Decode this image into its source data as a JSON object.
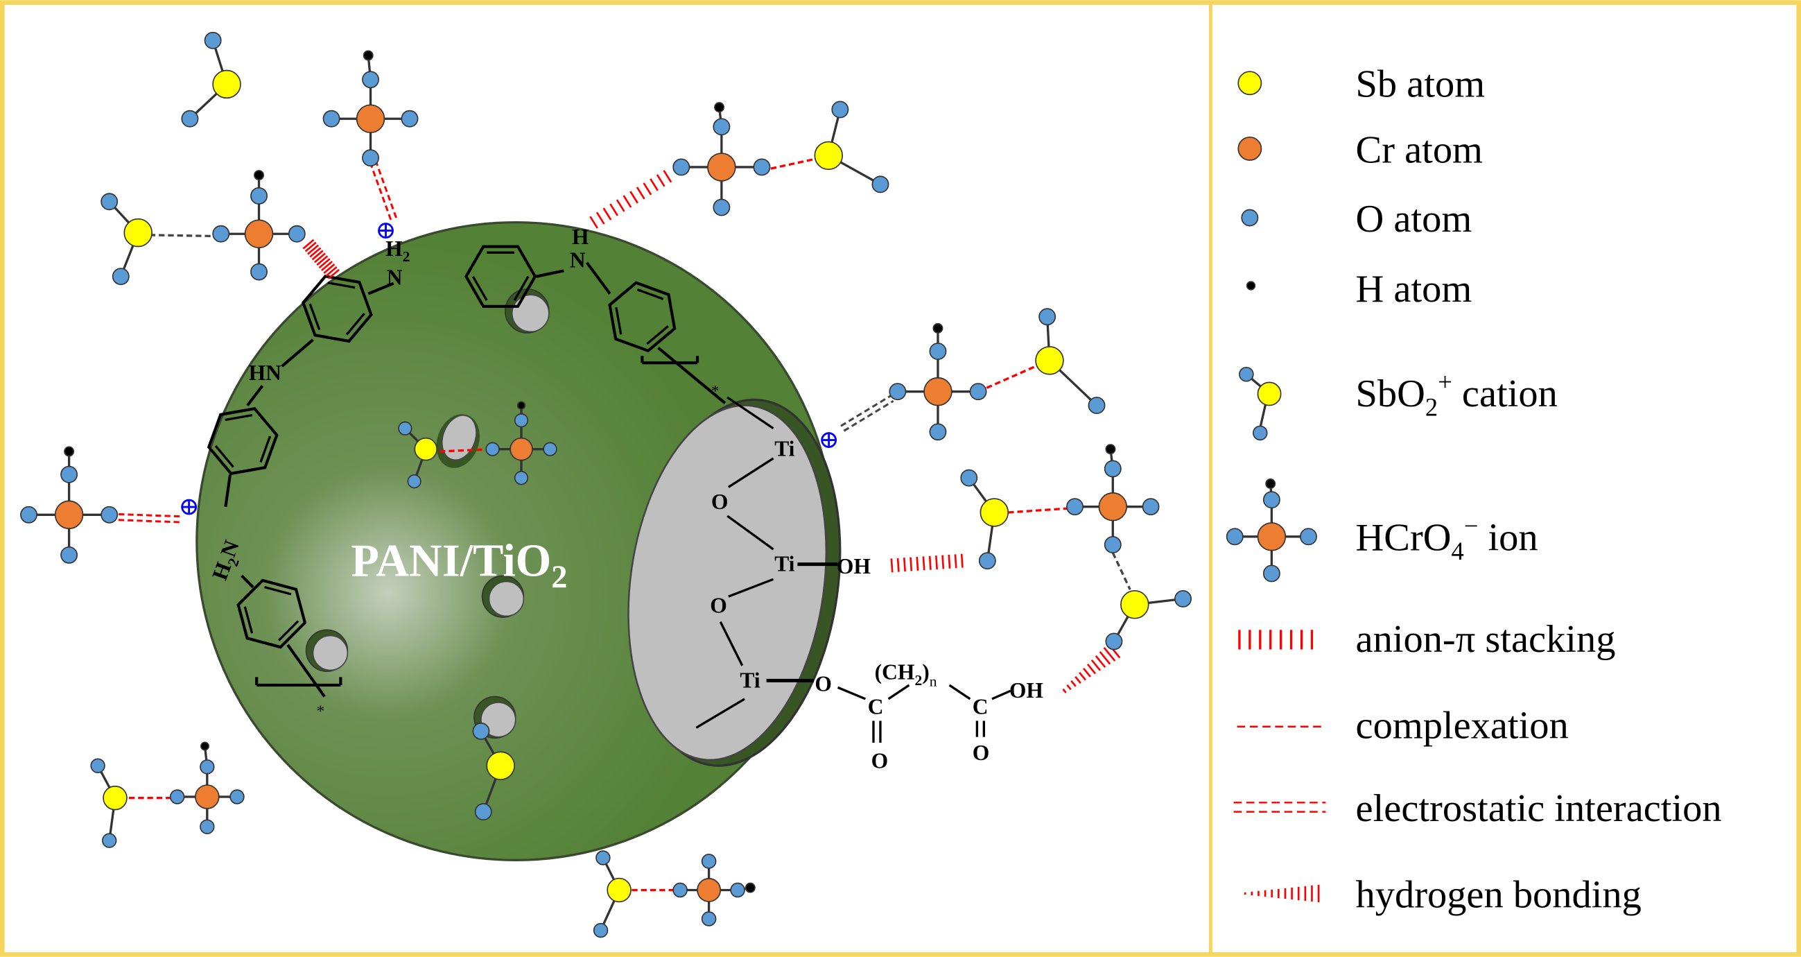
{
  "diagram": {
    "title_main": "PANI/TiO",
    "title_sub": "2",
    "chem_labels": {
      "h2n_top_h": "H",
      "h2n_top_sub": "2",
      "h2n_top_n": "N",
      "nh_top_h": "H",
      "nh_top_n": "N",
      "hn_left": "HN",
      "h2n_left": "H",
      "h2n_left_sub": "2",
      "h2n_left_n": "N",
      "star": "*",
      "ti": "Ti",
      "o": "O",
      "oh": "OH",
      "c": "C",
      "ch2n": "(CH",
      "ch2n_sub": "2",
      "ch2n_close": ")",
      "ch2n_n": "n",
      "plus": "⊕"
    }
  },
  "legend": {
    "items": [
      {
        "label": "Sb atom",
        "icon": "sb-atom"
      },
      {
        "label": "Cr atom",
        "icon": "cr-atom"
      },
      {
        "label": "O atom",
        "icon": "o-atom"
      },
      {
        "label": "H atom",
        "icon": "h-atom"
      },
      {
        "label": "SbO",
        "sub": "2",
        "sup": "+",
        "rest": " cation",
        "icon": "sbo2-cation"
      },
      {
        "label": "HCrO",
        "sub": "4",
        "sup": "−",
        "rest": " ion",
        "icon": "hcro4-ion"
      },
      {
        "label": "anion-π stacking",
        "icon": "anion-pi-line"
      },
      {
        "label": "complexation",
        "icon": "complexation-line"
      },
      {
        "label": "electrostatic interaction",
        "icon": "electrostatic-line"
      },
      {
        "label": "hydrogen bonding",
        "icon": "hydrogen-bond-line"
      }
    ]
  },
  "colors": {
    "sb": "#ffff00",
    "cr": "#ed7d31",
    "o": "#5b9bd5",
    "h": "#000000",
    "sphere": "#538135",
    "interaction": "#ff0000",
    "charge": "#0000ff",
    "frame": "#f6d55c"
  }
}
